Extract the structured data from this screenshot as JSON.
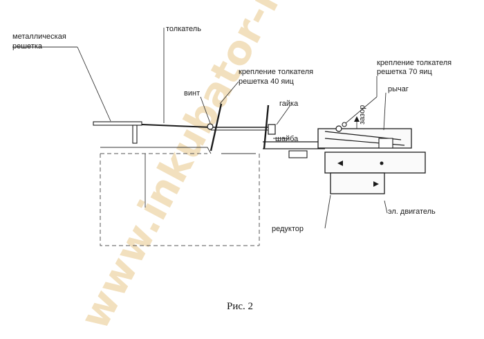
{
  "labels": {
    "metal_grid_line1": "металлическая",
    "metal_grid_line2": "решетка",
    "pusher": "толкатель",
    "screw": "винт",
    "pusher_mount40_line1": "крепление толкателя",
    "pusher_mount40_line2": "решетка 40 яиц",
    "nut": "гайка",
    "washer": "шайба",
    "gap": "зазор",
    "pusher_mount70_line1": "крепление толкателя",
    "pusher_mount70_line2": "решетка 70 яиц",
    "lever": "рычаг",
    "gearbox": "редуктор",
    "motor": "эл. двигатель"
  },
  "caption": "Рис. 2",
  "watermark": "www.inkubator-info.ru"
}
